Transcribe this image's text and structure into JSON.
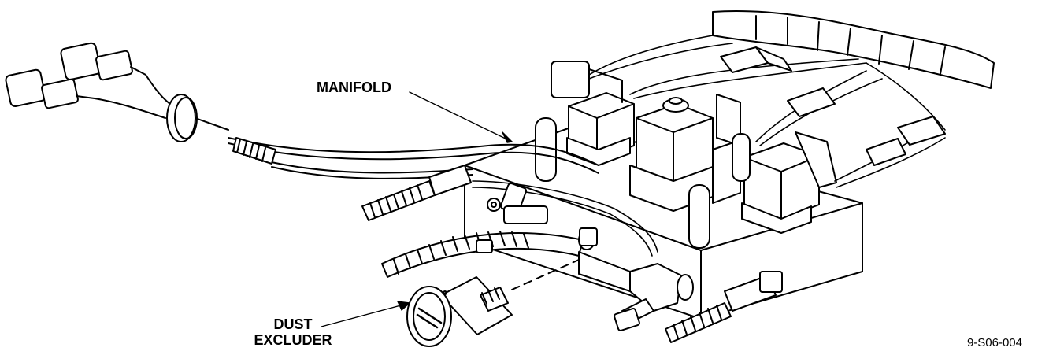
{
  "callouts": {
    "manifold": "MANIFOLD",
    "dust_excluder_line1": "DUST",
    "dust_excluder_line2": "EXCLUDER"
  },
  "figure_id": "9-S06-004",
  "colors": {
    "ink": "#000000",
    "paper": "#ffffff",
    "shade": "#d9d9d9"
  }
}
